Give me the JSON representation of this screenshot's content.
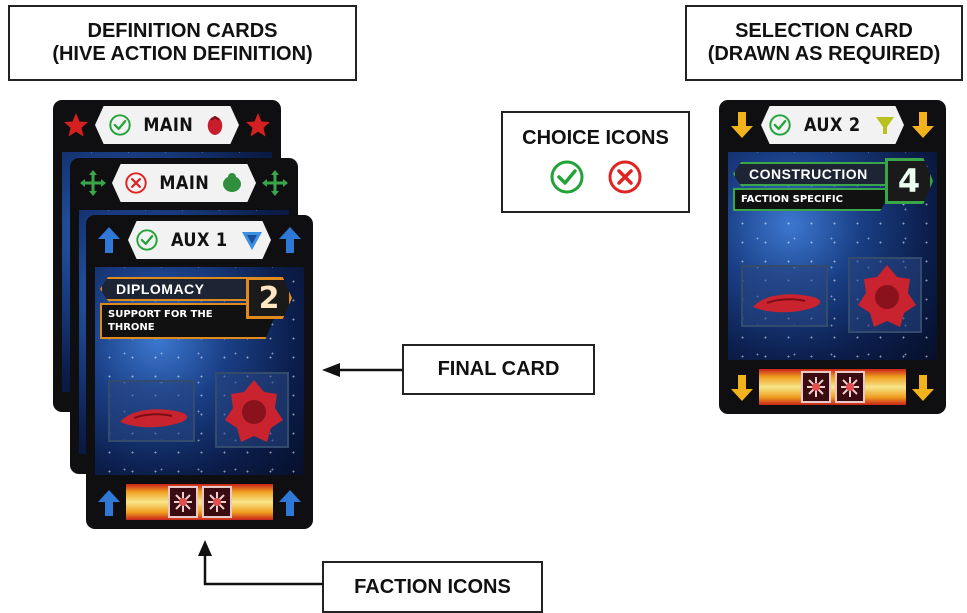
{
  "labels": {
    "definition_cards": [
      "DEFINITION CARDS",
      "(HIVE ACTION DEFINITION)"
    ],
    "selection_card": [
      "SELECTION CARD",
      "(DRAWN AS REQUIRED)"
    ],
    "choice_icons": "CHOICE ICONS",
    "final_card": "FINAL CARD",
    "faction_icons": "FACTION ICONS"
  },
  "cards": {
    "main_red": {
      "title": "MAIN",
      "choice": "check",
      "side_icon": "red-star-icon",
      "faction_icon": "red-hive-icon",
      "accent": "#d42020"
    },
    "main_green": {
      "title": "MAIN",
      "choice": "cross",
      "side_icon": "green-cross-arrows-icon",
      "faction_icon": "green-hive-icon",
      "accent": "#3aa64a"
    },
    "aux1": {
      "title": "AUX 1",
      "choice": "check",
      "side_icon": "blue-up-arrow-icon",
      "faction_icon": "blue-chevron-icon",
      "accent": "#2f78d6",
      "ability_name": "DIPLOMACY",
      "ability_value": "2",
      "ability_sub": [
        "SUPPORT FOR THE",
        "THRONE"
      ]
    },
    "aux2": {
      "title": "AUX 2",
      "choice": "check",
      "side_icon": "yellow-down-arrow-icon",
      "faction_icon": "yellow-funnel-icon",
      "accent": "#f2b21c",
      "ability_name": "CONSTRUCTION",
      "ability_value": "4",
      "ability_sub": [
        "FACTION SPECIFIC"
      ]
    }
  },
  "colors": {
    "check": "#22a33a",
    "cross": "#e02424",
    "border": "#222222"
  }
}
